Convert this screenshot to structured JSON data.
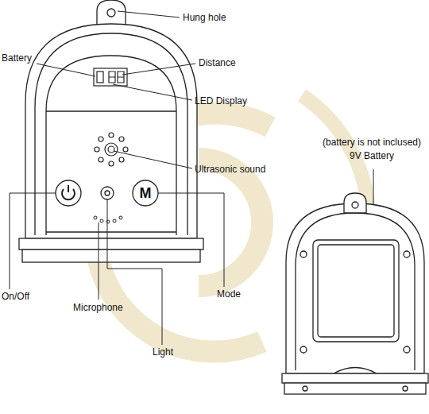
{
  "diagram": {
    "labels": [
      "Hung hole",
      "Battery",
      "Distance",
      "LED Display",
      "Ultrasonic sound",
      "(battery is not inclused)",
      "9V Battery",
      "M",
      "On/Off",
      "Microphone",
      "Mode",
      "Light"
    ]
  }
}
